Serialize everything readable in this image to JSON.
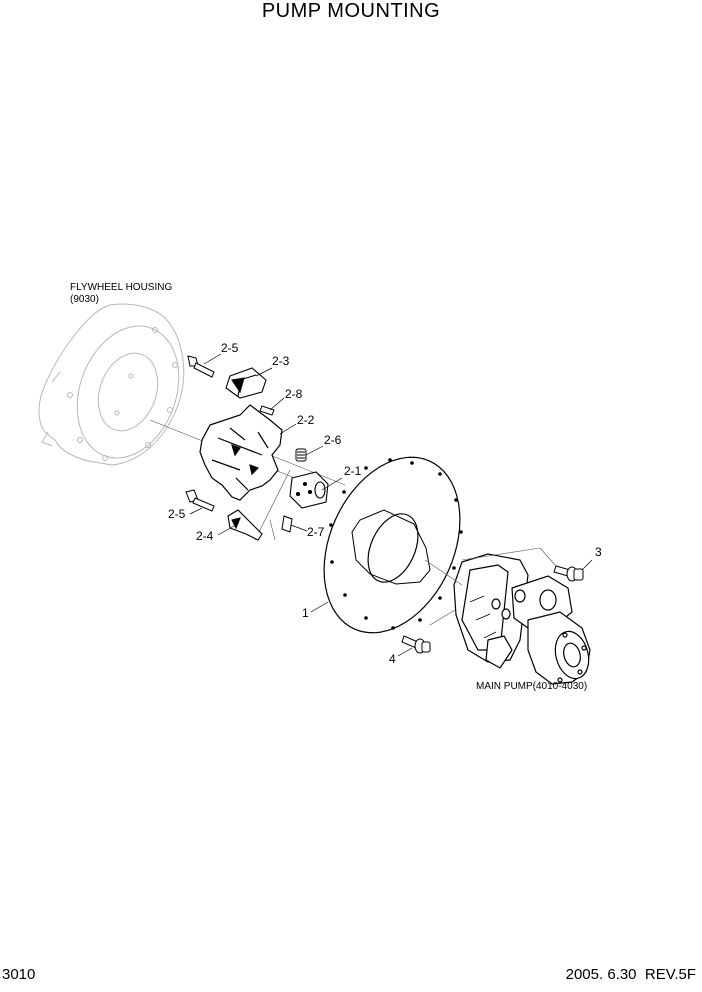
{
  "title": "PUMP MOUNTING",
  "labels": {
    "flywheel_housing": "FLYWHEEL HOUSING",
    "flywheel_housing_ref": "(9030)",
    "main_pump": "MAIN PUMP(4010-4030)",
    "p1": "1",
    "p2_1": "2-1",
    "p2_2": "2-2",
    "p2_3": "2-3",
    "p2_4": "2-4",
    "p2_5a": "2-5",
    "p2_5b": "2-5",
    "p2_6": "2-6",
    "p2_7": "2-7",
    "p2_8": "2-8",
    "p3": "3",
    "p4": "4"
  },
  "footer": {
    "page_number": "3010",
    "revision": "2005. 6.30  REV.5F"
  }
}
